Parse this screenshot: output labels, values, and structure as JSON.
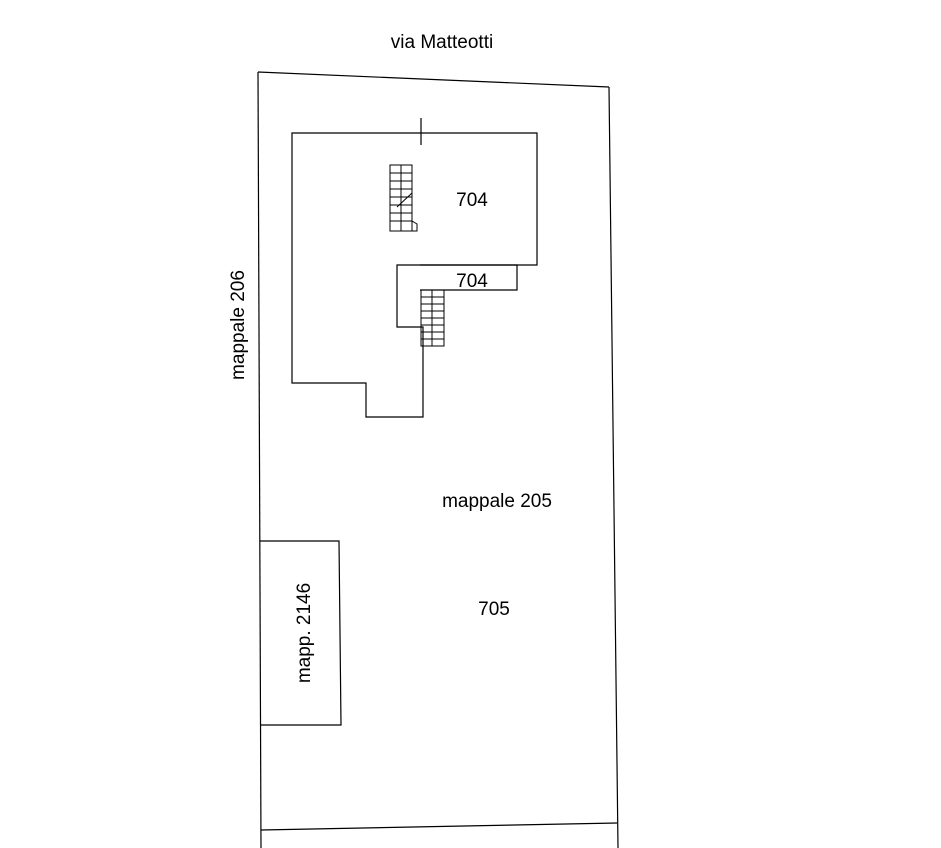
{
  "labels": {
    "street": "via Matteotti",
    "parcel_left": "mappale 206",
    "parcel_main": "mappale 205",
    "parcel_small": "mapp. 2146",
    "sub_main_building": "704",
    "sub_annex": "704",
    "sub_yard": "705"
  },
  "colors": {
    "lines": "#000000",
    "background": "#ffffff"
  }
}
